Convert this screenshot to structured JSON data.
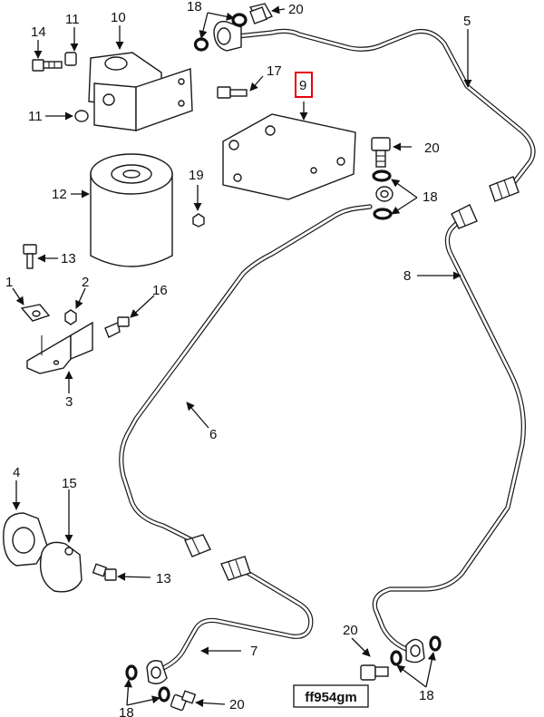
{
  "diagram": {
    "code": "ff954gm",
    "callouts": {
      "c1": "1",
      "c2": "2",
      "c3": "3",
      "c4": "4",
      "c5": "5",
      "c6": "6",
      "c7": "7",
      "c8": "8",
      "c9": "9",
      "c10": "10",
      "c11a": "11",
      "c11b": "11",
      "c12": "12",
      "c13a": "13",
      "c13b": "13",
      "c14": "14",
      "c15": "15",
      "c16": "16",
      "c17": "17",
      "c18a": "18",
      "c18b": "18",
      "c18c": "18",
      "c18d": "18",
      "c19": "19",
      "c20a": "20",
      "c20b": "20",
      "c20c": "20",
      "c20d": "20"
    },
    "highlight_color": "#e8000d",
    "line_color": "#1a1a1a"
  }
}
